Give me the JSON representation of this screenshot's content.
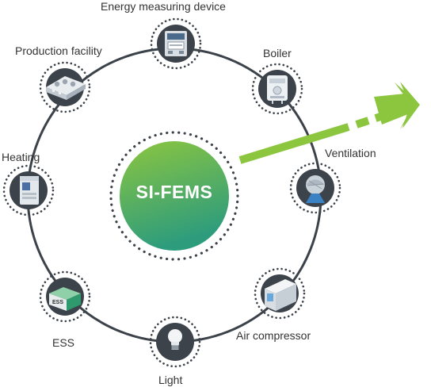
{
  "diagram": {
    "center": {
      "label": "SI-FEMS"
    },
    "devices": [
      {
        "id": "energy",
        "label": "Energy measuring device",
        "icon": "meter-icon"
      },
      {
        "id": "boiler",
        "label": "Boiler",
        "icon": "boiler-icon"
      },
      {
        "id": "ventilation",
        "label": "Ventilation",
        "icon": "ventilator-icon"
      },
      {
        "id": "air_compressor",
        "label": "Air compressor",
        "icon": "compressor-icon"
      },
      {
        "id": "light",
        "label": "Light",
        "icon": "bulb-icon"
      },
      {
        "id": "ess",
        "label": "ESS",
        "icon": "battery-icon"
      },
      {
        "id": "heating",
        "label": "Heating",
        "icon": "heater-icon"
      },
      {
        "id": "production",
        "label": "Production facility",
        "icon": "machine-icon"
      }
    ],
    "ess_icon_text": "ESS",
    "colors": {
      "ring": "#3c4249",
      "node_fill": "#3c434a",
      "center_gradient_start": "#8cc63f",
      "center_gradient_end": "#2d9c7d",
      "arrow": "#8cc63f"
    }
  }
}
